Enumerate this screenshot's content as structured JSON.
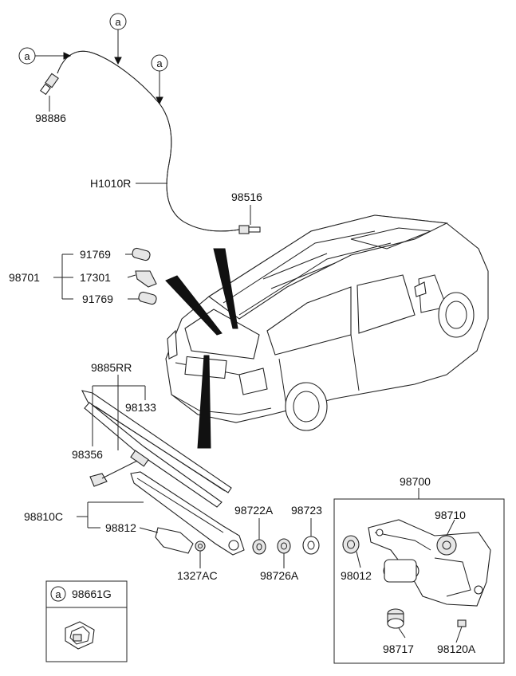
{
  "callout_letter": "a",
  "labels": {
    "p98886": "98886",
    "h1010r": "H1010R",
    "p98516": "98516",
    "p98701": "98701",
    "p91769_top": "91769",
    "p17301": "17301",
    "p91769_bot": "91769",
    "p9885rr": "9885RR",
    "p98133": "98133",
    "p98356": "98356",
    "p98810c": "98810C",
    "p98812": "98812",
    "p1327ac": "1327AC",
    "p98722a": "98722A",
    "p98726a": "98726A",
    "p98723": "98723",
    "p98012": "98012",
    "p98700": "98700",
    "p98710": "98710",
    "p98717": "98717",
    "p98120a": "98120A",
    "p98661g": "98661G"
  }
}
